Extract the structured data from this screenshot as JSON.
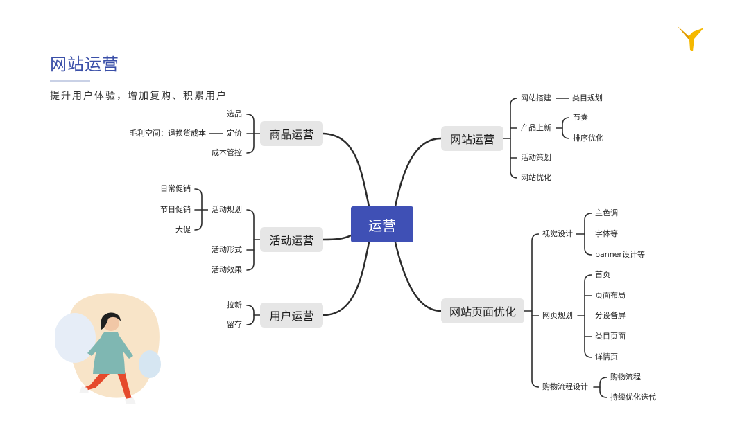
{
  "header": {
    "title": "网站运营",
    "subtitle": "提升用户体验，增加复购、积累用户"
  },
  "center": {
    "label": "运营"
  },
  "branches": {
    "goods": {
      "label": "商品运营",
      "items": [
        "选品",
        "定价",
        "成本管控"
      ],
      "pricing_note": "毛利空间：退换货成本"
    },
    "activity": {
      "label": "活动运营",
      "items": [
        "活动规划",
        "活动形式",
        "活动效果"
      ],
      "planning_items": [
        "日常促销",
        "节日促销",
        "大促"
      ]
    },
    "users": {
      "label": "用户运营",
      "items": [
        "拉新",
        "留存"
      ]
    },
    "site_ops": {
      "label": "网站运营",
      "build": {
        "label": "网站搭建",
        "items": [
          "类目规划"
        ]
      },
      "launch": {
        "label": "产品上新",
        "items": [
          "节奏",
          "排序优化"
        ]
      },
      "campaign": "活动策划",
      "optimize": "网站优化"
    },
    "page_opt": {
      "label": "网站页面优化",
      "visual": {
        "label": "视觉设计",
        "items": [
          "主色调",
          "字体等",
          "banner设计等"
        ]
      },
      "layout": {
        "label": "网页规划",
        "items": [
          "首页",
          "页面布局",
          "分设备屏",
          "类目页面",
          "详情页"
        ]
      },
      "flow": {
        "label": "购物流程设计",
        "items": [
          "购物流程",
          "持续优化迭代"
        ]
      }
    }
  },
  "colors": {
    "title": "#3a4fa8",
    "center_fill": "#3f50b5",
    "node_fill": "#e6e6e6",
    "line": "#2b2b2b",
    "logo": "#f5b800"
  }
}
